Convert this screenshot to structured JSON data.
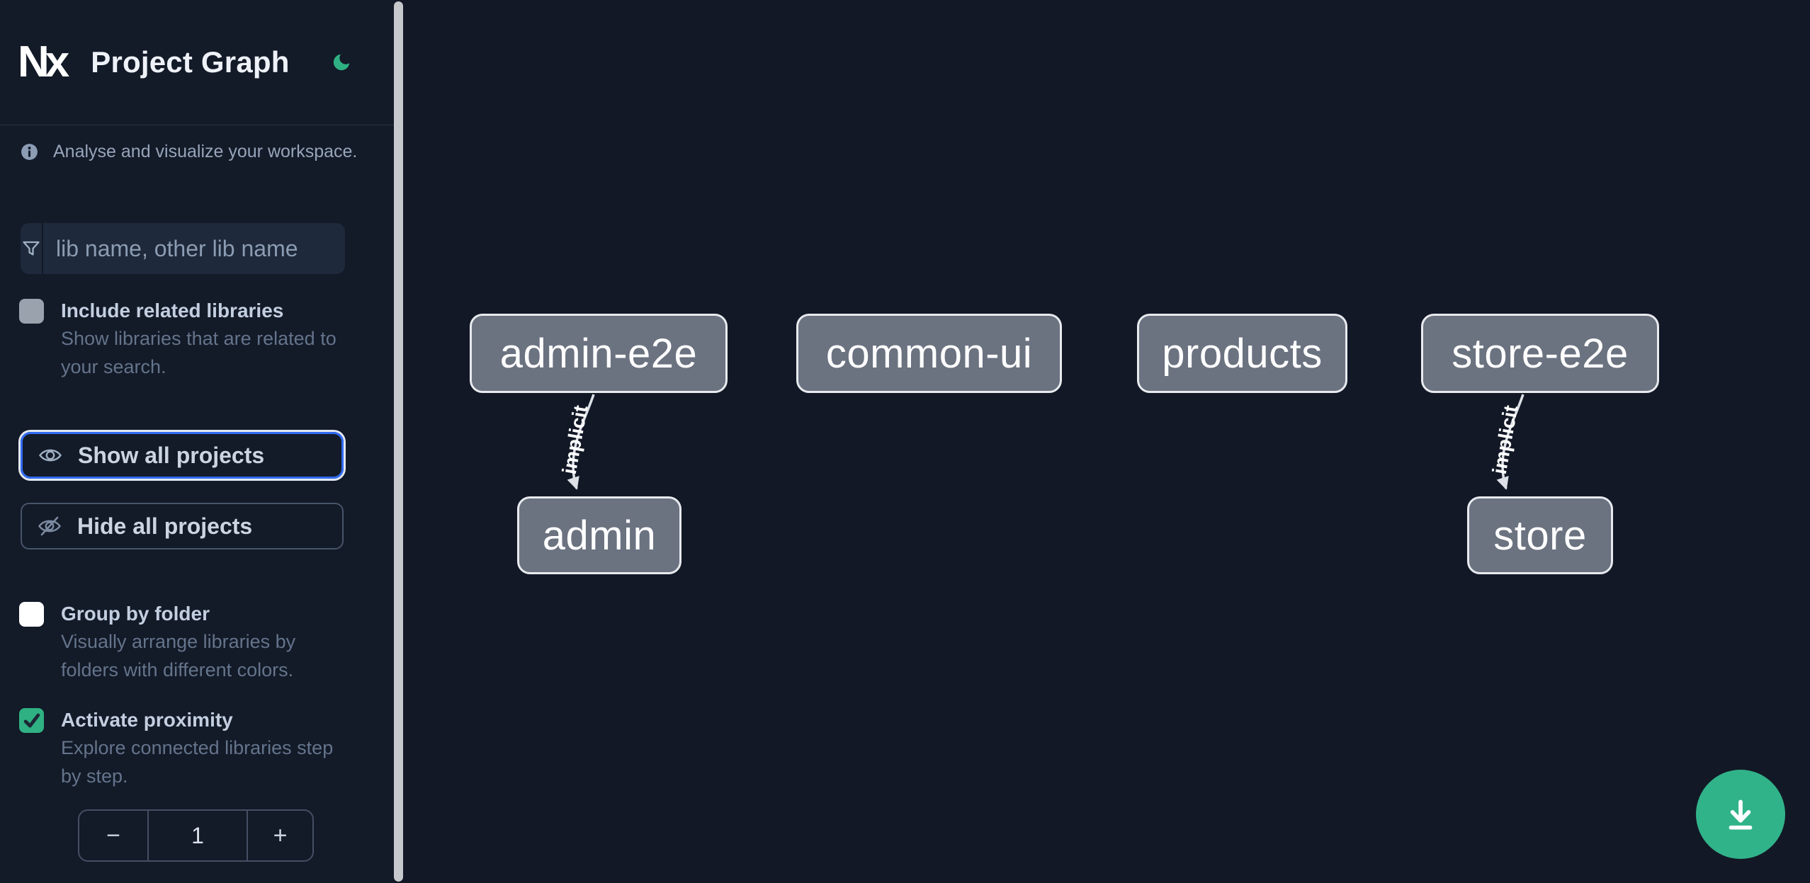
{
  "header": {
    "logo": "Nx",
    "title": "Project Graph",
    "theme_mode": "dark"
  },
  "sidebar": {
    "info_text": "Analyse and visualize your workspace.",
    "search": {
      "placeholder": "lib name, other lib name",
      "value": ""
    },
    "filters": {
      "include_related": {
        "label": "Include related libraries",
        "description": "Show libraries that are related to your search.",
        "description_lines": [
          "Show libraries that are related to",
          "your search."
        ],
        "checked": false
      },
      "group_by_folder": {
        "label": "Group by folder",
        "description": "Visually arrange libraries by folders with different colors.",
        "description_lines": [
          "Visually arrange libraries by",
          "folders with different colors."
        ],
        "checked": false
      },
      "activate_proximity": {
        "label": "Activate proximity",
        "description": "Explore connected libraries step by step.",
        "description_lines": [
          "Explore connected libraries step",
          "by step."
        ],
        "checked": true
      }
    },
    "actions": {
      "show_all": "Show all projects",
      "hide_all": "Hide all projects"
    },
    "stepper": {
      "decrement": "−",
      "value": "1",
      "increment": "+"
    }
  },
  "graph": {
    "nodes": [
      {
        "label": "admin-e2e"
      },
      {
        "label": "common-ui"
      },
      {
        "label": "products"
      },
      {
        "label": "store-e2e"
      },
      {
        "label": "admin"
      },
      {
        "label": "store"
      }
    ],
    "edges": [
      {
        "source": "admin-e2e",
        "target": "admin",
        "label": "implicit"
      },
      {
        "source": "store-e2e",
        "target": "store",
        "label": "implicit"
      }
    ]
  },
  "fab": {
    "icon": "download"
  },
  "colors": {
    "background": "#121826",
    "sidebar_background": "#131a28",
    "accent_green": "#2fb183",
    "focus_blue": "#2f6bf0",
    "node_fill": "#6b7280",
    "node_border": "#e8eaee"
  }
}
